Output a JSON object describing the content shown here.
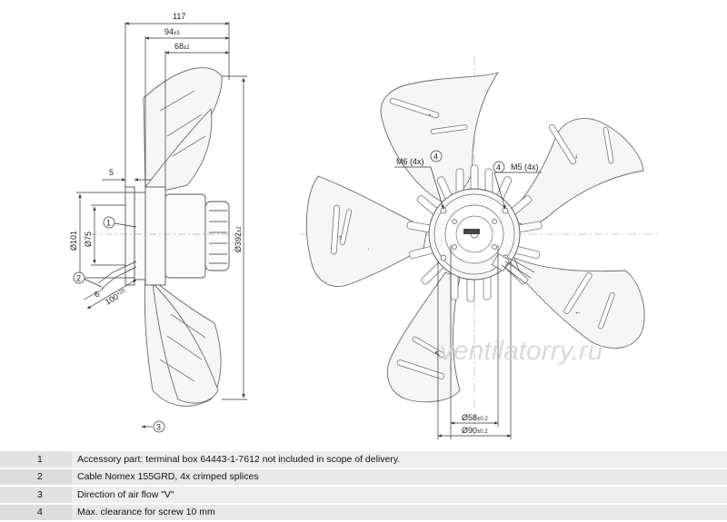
{
  "side_view": {
    "dims": {
      "width_total": "117",
      "depth_a": "94",
      "depth_a_tol": "±3",
      "depth_b": "68",
      "depth_b_tol": "±2",
      "flange": "5",
      "dia_101": "Ø101",
      "dia_75": "Ø75",
      "dia_392": "Ø392",
      "dia_392_tol": "±2",
      "cable_6": "6",
      "cable_100": "100",
      "cable_100_tol": "+20"
    }
  },
  "front_view": {
    "labels": {
      "m6": "M6 (4x)",
      "m5": "M5 (4x)",
      "dia_58": "Ø58",
      "dia_58_tol": "±0.2",
      "dia_90": "Ø90",
      "dia_90_tol": "±0.2"
    }
  },
  "markers": [
    "1",
    "2",
    "3",
    "4"
  ],
  "watermark": "ventilatorry.ru",
  "legend": [
    {
      "num": "1",
      "text": "Accessory part: terminal box 64443-1-7612 not included in scope of delivery."
    },
    {
      "num": "2",
      "text": "Cable Nomex 155GRD, 4x crimped splices"
    },
    {
      "num": "3",
      "text": "Direction of air flow \"V\""
    },
    {
      "num": "4",
      "text": "Max. clearance for screw 10 mm"
    }
  ]
}
